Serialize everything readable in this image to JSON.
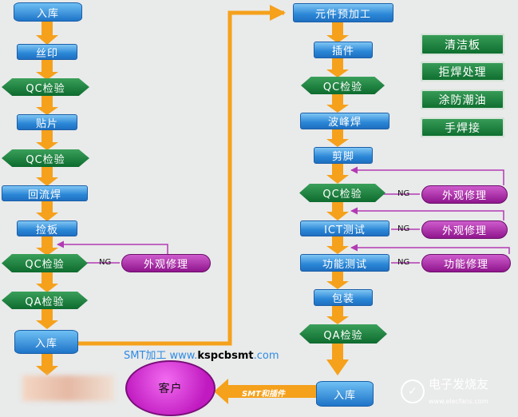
{
  "left_chain": [
    "入库",
    "丝印",
    "QC检验",
    "贴片",
    "QC检验",
    "回流焊",
    "捡板",
    "QC检验",
    "QA检验",
    "入库"
  ],
  "right_chain": [
    "元件预加工",
    "插件",
    "QC检验",
    "波峰焊",
    "剪脚",
    "QC检验",
    "ICT测试",
    "功能测试",
    "包装",
    "QA检验",
    "入库"
  ],
  "side_processes": [
    "清洁板",
    "拒焊处理",
    "涂防潮油",
    "手焊接"
  ],
  "repair_left": {
    "ng": "NG",
    "label": "外观修理"
  },
  "repair_right": [
    {
      "ng": "NG",
      "label": "外观修理"
    },
    {
      "ng": "NG",
      "label": "外观修理"
    },
    {
      "ng": "NG",
      "label": "功能修理"
    }
  ],
  "client": "客户",
  "smt_label": "SMT和插件",
  "watermark": {
    "prefix": "SMT加工 ",
    "www": "www.",
    "domain": "kspcbsmt",
    "tld": ".com"
  },
  "brand": {
    "name": "电子发烧友",
    "url": "www.elecfans.com",
    "icon": "chat-bubble-icon"
  },
  "colors": {
    "arrow": "#f5a11c",
    "feedback": "#b23ab3",
    "node_blue": "#2a86d6",
    "node_green": "#0d6b2e",
    "node_purple": "#a622a5"
  }
}
